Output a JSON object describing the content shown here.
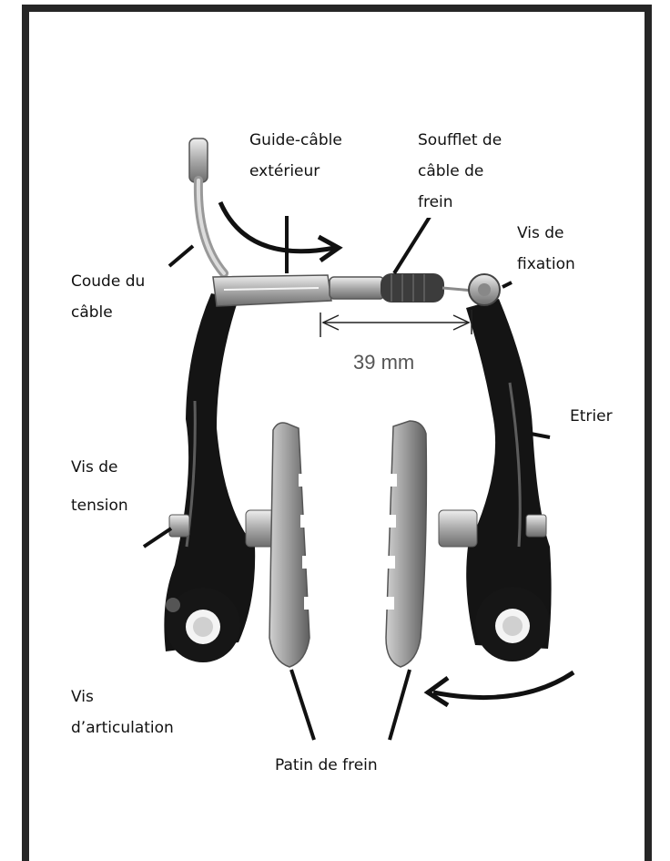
{
  "labels": {
    "guide_cable": "Guide-câble\nextérieur",
    "soufflet": "Soufflet de\ncâble de\nfrein",
    "vis_fixation": "Vis de\nfixation",
    "coude": "Coude du\ncâble",
    "etrier": "Etrier",
    "vis_tension": "Vis de\ntension",
    "vis_articulation": "Vis\nd’articulation",
    "patin": "Patin de frein"
  },
  "dimension": "39 mm",
  "colors": {
    "frame": "#262626",
    "arm": "#141414",
    "metal": "#bdbdbd",
    "pad": "#8f8f8f"
  }
}
